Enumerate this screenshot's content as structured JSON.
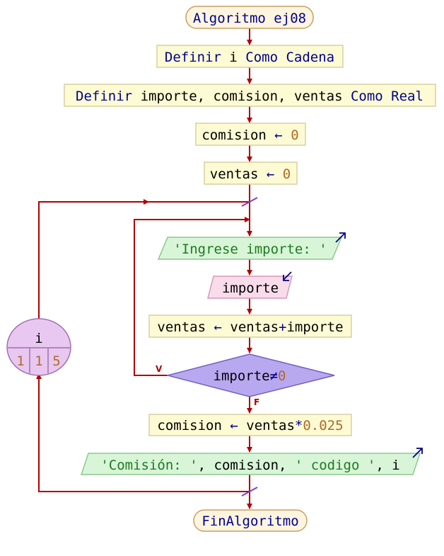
{
  "title": "Algoritmo ej08",
  "nodes": {
    "def_i": [
      "Definir",
      " i ",
      "Como Cadena"
    ],
    "def_vars": [
      "Definir",
      " importe, comision, ventas ",
      "Como Real"
    ],
    "init_comision": [
      "comision ",
      "←",
      " ",
      "0"
    ],
    "init_ventas": [
      "ventas ",
      "←",
      " ",
      "0"
    ],
    "output_prompt": "'Ingrese importe: '",
    "input_importe": "importe",
    "accumulate": [
      "ventas ",
      "←",
      " ventas",
      "+",
      "importe"
    ],
    "condition": [
      "importe",
      "≠",
      "0"
    ],
    "compute": [
      "comision ",
      "←",
      " ventas",
      "*",
      "0.025"
    ],
    "output_result": [
      "'Comisión: '",
      ", comision, ",
      "' codigo '",
      ", i"
    ],
    "end": "FinAlgoritmo"
  },
  "loop_for": {
    "var": "i",
    "start": "1",
    "step": "1",
    "end": "5"
  },
  "branch_labels": {
    "true": "V",
    "false": "F"
  },
  "colors": {
    "terminal_fill": "#fdf5e0",
    "terminal_stroke": "#c8a060",
    "process_fill": "#fdfbd4",
    "process_stroke": "#d8d0a0",
    "output_fill": "#d8f5d8",
    "output_stroke": "#8cc88c",
    "input_fill": "#f8dcea",
    "input_stroke": "#d898b8",
    "decision_fill": "#b8a8f0",
    "decision_stroke": "#7060c0",
    "loop_fill": "#e8c8f0",
    "loop_stroke": "#a070b0",
    "flow": "#b00000"
  }
}
